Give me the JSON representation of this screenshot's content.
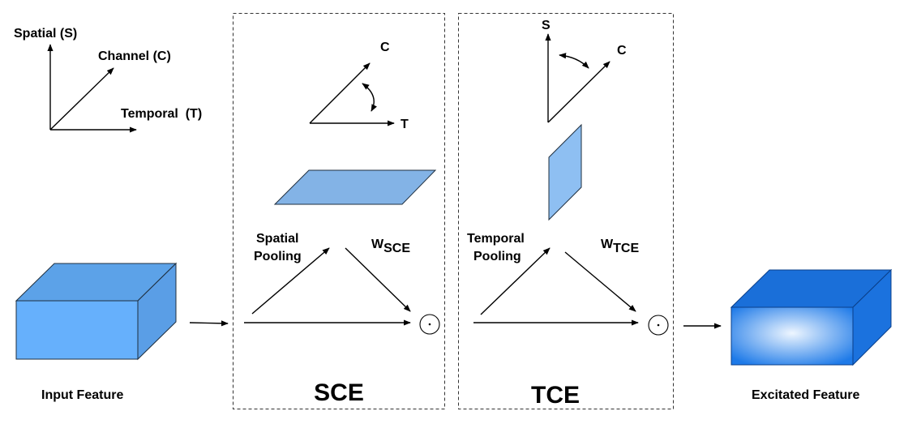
{
  "axes": {
    "spatial": "Spatial (S)",
    "channel": "Channel (C)",
    "temporal": "Temporal  (T)"
  },
  "input_feature": "Input Feature",
  "excitated_feature": "Excitated Feature",
  "sce": {
    "title": "SCE",
    "axis_c": "C",
    "axis_t": "T",
    "pooling_line1": "Spatial",
    "pooling_line2": "Pooling",
    "weight_main": "W",
    "weight_sub": "SCE",
    "operator": "⊙"
  },
  "tce": {
    "title": "TCE",
    "axis_s": "S",
    "axis_c": "C",
    "pooling_line1": "Temporal",
    "pooling_line2": "Pooling",
    "weight_main": "W",
    "weight_sub": "TCE",
    "operator": "⊙"
  },
  "colors": {
    "cube_front": "#66b0fc",
    "cube_top": "#5ca2e8",
    "cube_side": "#5a9ee6",
    "plane_sce": "#83b3e6",
    "plane_tce": "#8ebff2",
    "out_front_center": "#eef6ff",
    "out_front_edge": "#1e7ae8",
    "out_top": "#1a6fd9",
    "out_side": "#1b72de"
  }
}
